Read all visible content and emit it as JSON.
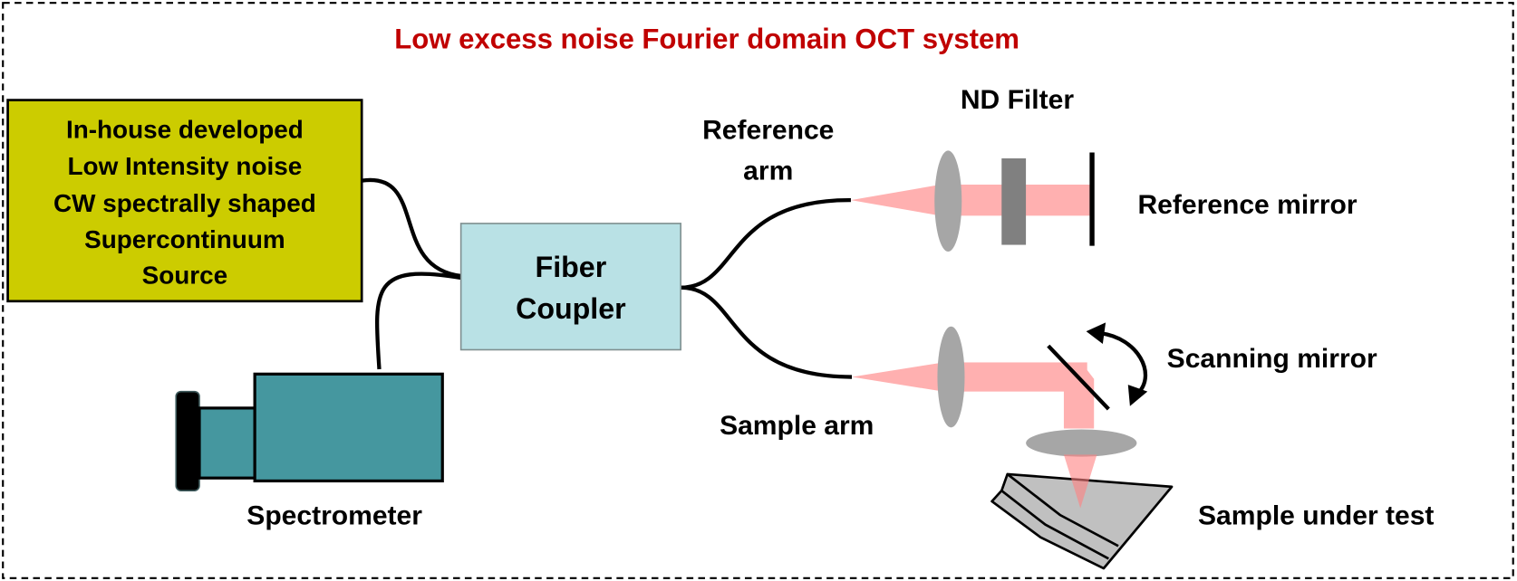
{
  "title": "Low excess noise Fourier domain OCT system",
  "source_box": {
    "lines": [
      "In-house developed",
      "Low Intensity noise",
      "CW spectrally shaped",
      "Supercontinuum",
      "Source"
    ]
  },
  "coupler": {
    "lines": [
      "Fiber",
      "Coupler"
    ]
  },
  "labels": {
    "reference_arm": [
      "Reference",
      "arm"
    ],
    "nd_filter": "ND Filter",
    "reference_mirror": "Reference mirror",
    "scanning_mirror": "Scanning mirror",
    "sample_arm": "Sample arm",
    "sample_under_test": "Sample under test",
    "spectrometer": "Spectrometer"
  },
  "colors": {
    "title": "#C00000",
    "source_fill": "#CCCC00",
    "coupler_fill": "#B9E1E5",
    "spectrometer_fill": "#45979F",
    "beam": "#FFB0B0",
    "lens": "#A6A6A6",
    "nd_filter": "#808080",
    "sample": "#C0C0C0"
  }
}
